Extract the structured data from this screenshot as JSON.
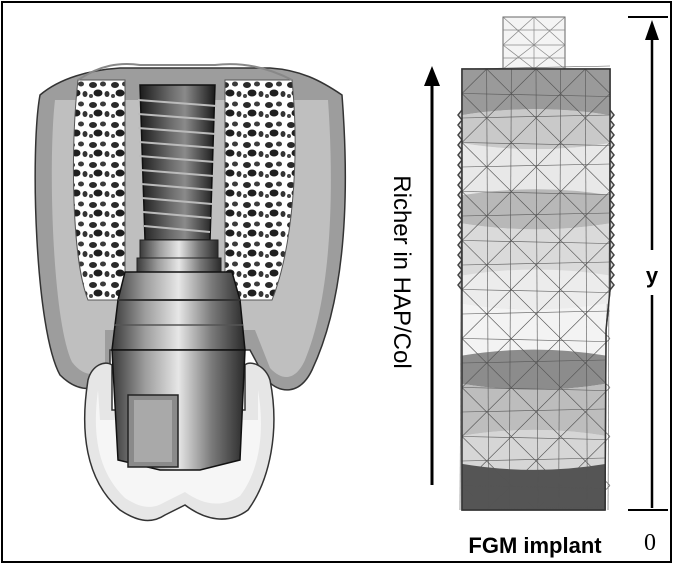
{
  "left_illustration": {
    "subject": "dental implant in jawbone cross-section"
  },
  "fgm_diagram": {
    "arrow_label": "Richer in HAP/Col",
    "axis_top_label": "y",
    "axis_bottom_label": "0",
    "caption": "FGM implant",
    "band_shades": [
      "#9a9a9a",
      "#c9c9c9",
      "#e8e8e8",
      "#b8b8b8",
      "#dadada",
      "#ececec",
      "#f3f3f3",
      "#8c8c8c",
      "#bdbdbd",
      "#d6d6d6",
      "#555555"
    ]
  }
}
